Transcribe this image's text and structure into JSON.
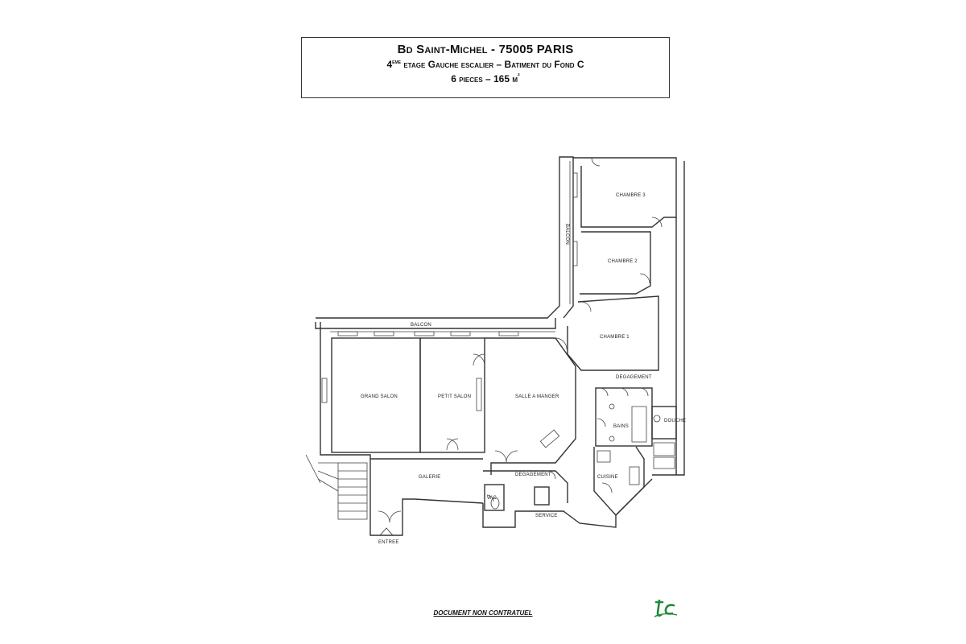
{
  "header": {
    "line1": "Bd Saint-Michel - 75005 PARIS",
    "line2_prefix": "4",
    "line2_sup": "eme",
    "line2_rest": " etage Gauche escalier – Batiment du Fond C",
    "line3_main": "6 pieces – 165 m",
    "line3_sup": "²"
  },
  "rooms": {
    "grand_salon": "GRAND SALON",
    "petit_salon": "PETIT SALON",
    "salle_a_manger": "SALLE A MANGER",
    "chambre_1": "CHAMBRE 1",
    "chambre_2": "CHAMBRE 2",
    "chambre_3": "CHAMBRE 3",
    "degagement_top": "DEGAGEMENT",
    "degagement_mid": "DEGAGEMENT",
    "galerie": "GALERIE",
    "bains": "BAINS",
    "douche": "DOUCHE",
    "cuisine": "CUISINE",
    "wc": "W.C.",
    "service": "SERVICE",
    "entree": "ENTREE",
    "balcon_top": "BALCON",
    "balcon_side": "BALCON"
  },
  "footer": {
    "disclaimer": "DOCUMENT NON CONTRATUEL"
  },
  "colors": {
    "logo": "#1f8a3a",
    "line": "#333333"
  },
  "icons": {
    "logo": "tc-logo-icon"
  }
}
